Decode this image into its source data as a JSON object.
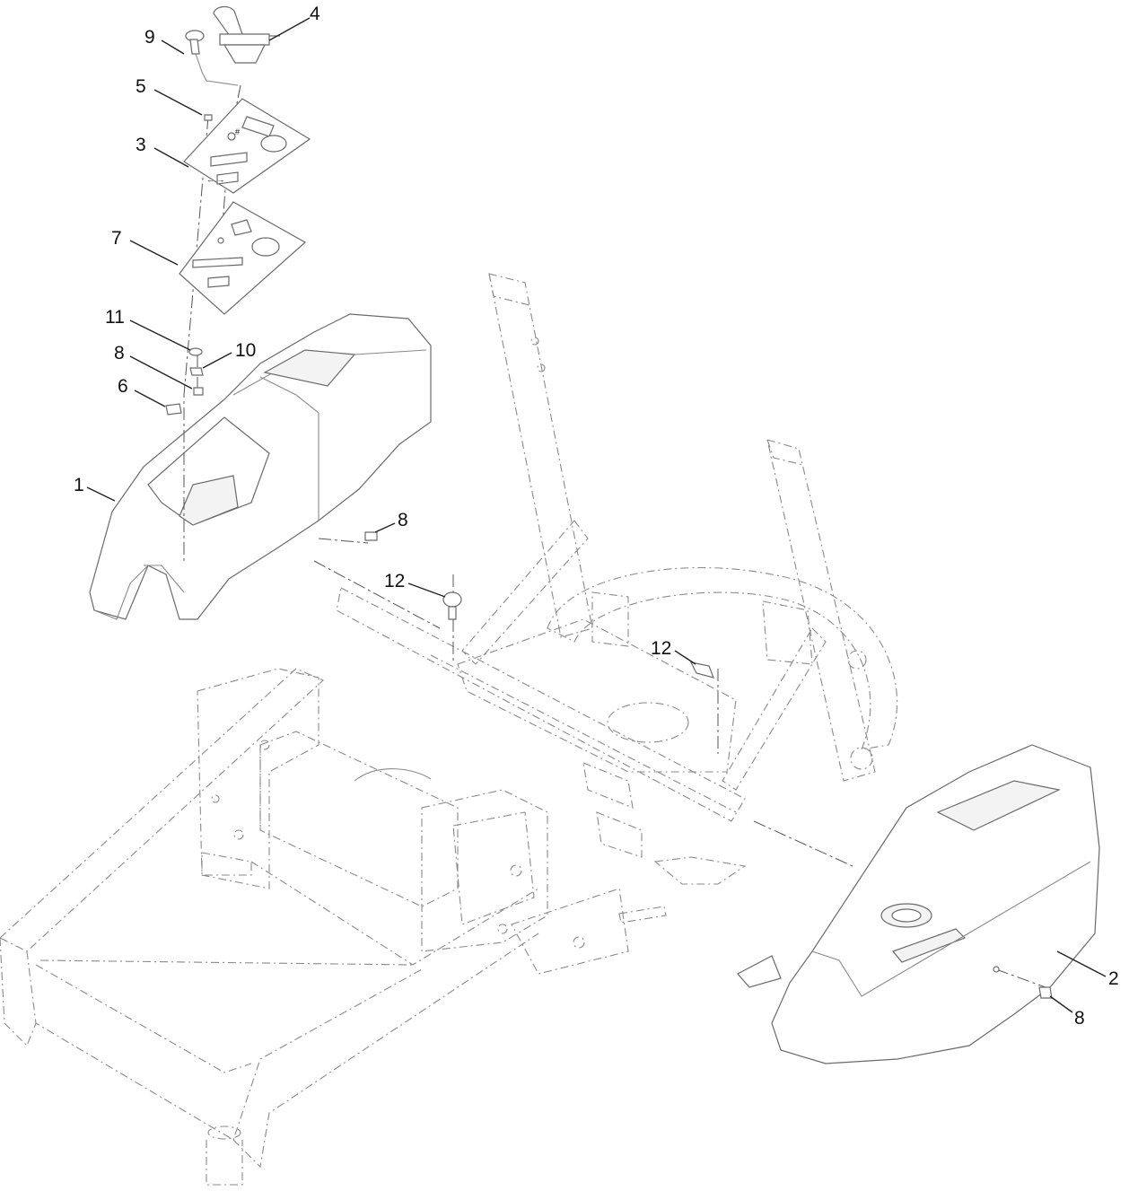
{
  "callouts": [
    {
      "label": "9"
    },
    {
      "label": "4"
    },
    {
      "label": "5"
    },
    {
      "label": "3"
    },
    {
      "label": "7"
    },
    {
      "label": "11"
    },
    {
      "label": "10"
    },
    {
      "label": "8"
    },
    {
      "label": "6"
    },
    {
      "label": "1"
    },
    {
      "label": "8"
    },
    {
      "label": "12"
    },
    {
      "label": "12"
    },
    {
      "label": "2"
    },
    {
      "label": "8"
    }
  ],
  "decal_text": {
    "plate_small_mark": "#",
    "plate_arrows": "← →"
  }
}
